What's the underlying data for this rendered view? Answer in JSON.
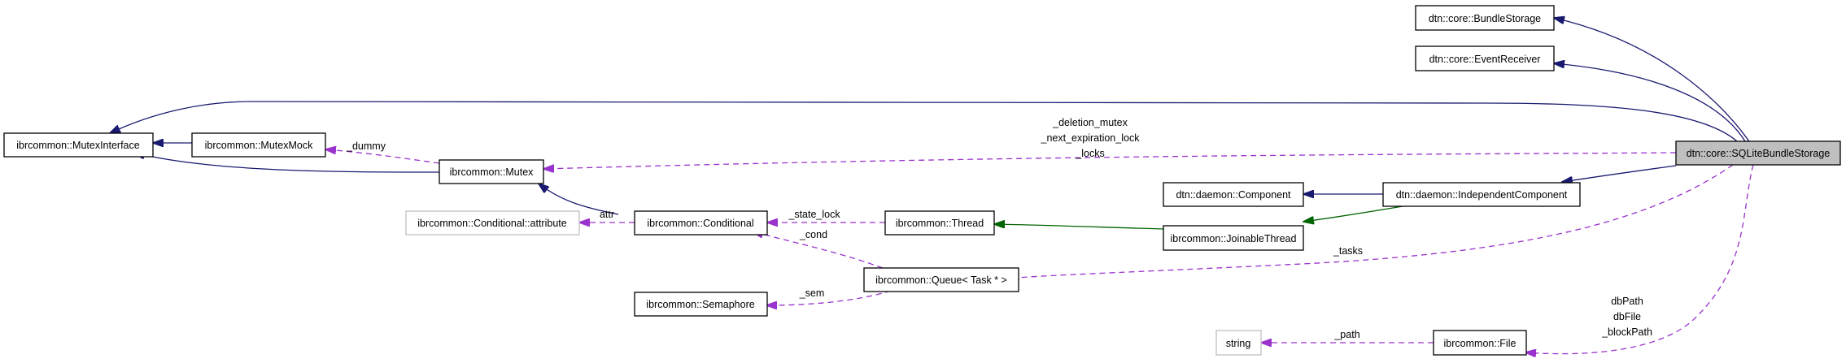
{
  "diagram": {
    "nodes": {
      "bundle_storage": "dtn::core::BundleStorage",
      "event_receiver": "dtn::core::EventReceiver",
      "sqlite_bundle_storage": "dtn::core::SQLiteBundleStorage",
      "mutex_interface": "ibrcommon::MutexInterface",
      "mutex_mock": "ibrcommon::MutexMock",
      "mutex": "ibrcommon::Mutex",
      "component": "dtn::daemon::Component",
      "independent_component": "dtn::daemon::IndependentComponent",
      "conditional_attribute": "ibrcommon::Conditional::attribute",
      "conditional": "ibrcommon::Conditional",
      "thread": "ibrcommon::Thread",
      "joinable_thread": "ibrcommon::JoinableThread",
      "queue": "ibrcommon::Queue< Task * >",
      "semaphore": "ibrcommon::Semaphore",
      "string": "string",
      "file": "ibrcommon::File"
    },
    "edge_labels": {
      "dummy": "_dummy",
      "deletion_mutex": "_deletion_mutex",
      "next_expiration_lock": "_next_expiration_lock",
      "locks": "_locks",
      "attr": "attr",
      "state_lock": "_state_lock",
      "cond": "_cond",
      "tasks": "_tasks",
      "sem": "_sem",
      "db_path": "dbPath",
      "db_file": "dbFile",
      "block_path": "_blockPath",
      "path": "_path"
    },
    "colors": {
      "inheritance": "#191970",
      "protected_inheritance": "#006400",
      "usage": "#9a32cd",
      "focus_fill": "#bfbfbf"
    }
  }
}
